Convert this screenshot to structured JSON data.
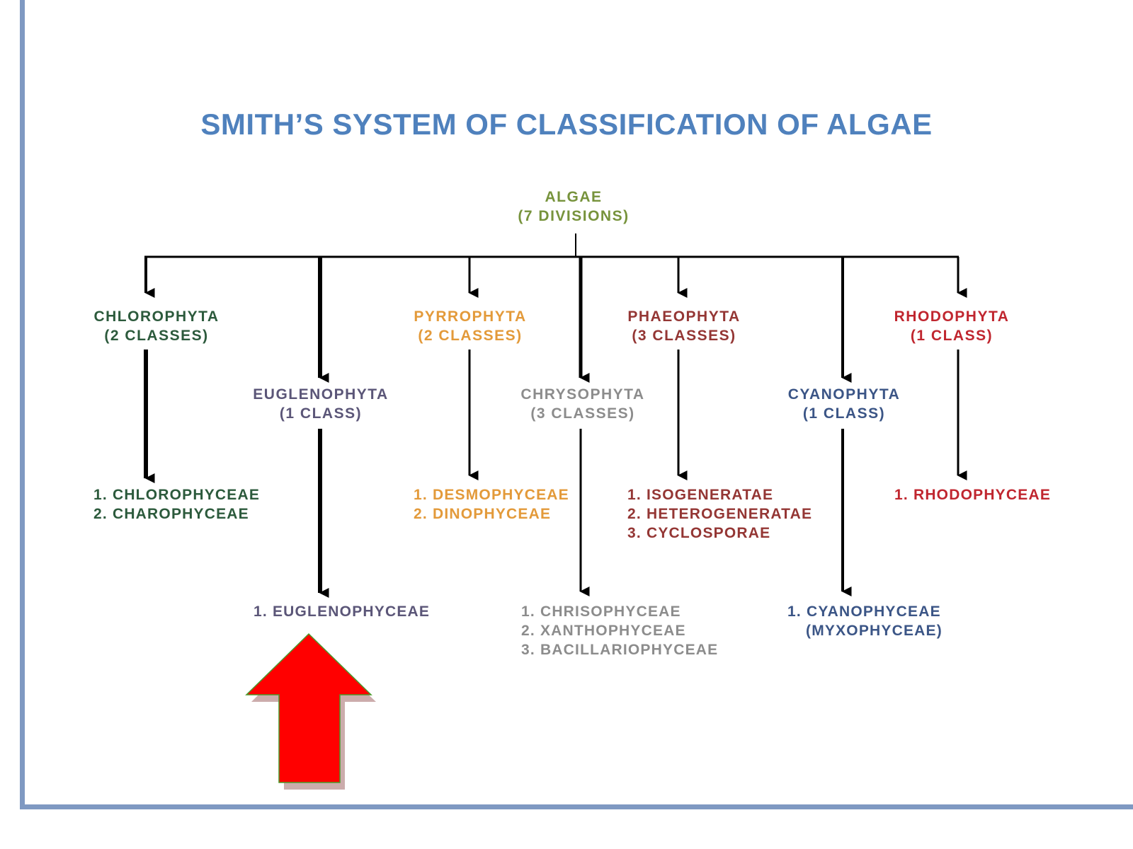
{
  "title": "SMITH’S SYSTEM OF CLASSIFICATION OF ALGAE",
  "root": {
    "name": "ALGAE",
    "sub": "(7 DIVISIONS)"
  },
  "divisions": [
    {
      "id": "chlorophyta",
      "name": "CHLOROPHYTA",
      "sub": "(2 CLASSES)",
      "color": "#2c5a3c",
      "classes": [
        "1. CHLOROPHYCEAE",
        "2. CHAROPHYCEAE"
      ]
    },
    {
      "id": "euglenophyta",
      "name": "EUGLENOPHYTA",
      "sub": "(1 CLASS)",
      "color": "#5b5678",
      "classes": [
        "1. EUGLENOPHYCEAE"
      ]
    },
    {
      "id": "pyrrophyta",
      "name": "PYRROPHYTA",
      "sub": "(2 CLASSES)",
      "color": "#e39a3a",
      "classes": [
        "1. DESMOPHYCEAE",
        "2. DINOPHYCEAE"
      ]
    },
    {
      "id": "chrysophyta",
      "name": "CHRYSOPHYTA",
      "sub": "(3 CLASSES)",
      "color": "#8c8c8c",
      "classes": [
        "1. CHRISOPHYCEAE",
        "2. XANTHOPHYCEAE",
        "3. BACILLARIOPHYCEAE"
      ]
    },
    {
      "id": "phaeophyta",
      "name": "PHAEOPHYTA",
      "sub": "(3 CLASSES)",
      "color": "#943634",
      "classes": [
        "1. ISOGENERATAE",
        "2. HETEROGENERATAE",
        "3. CYCLOSPORAE"
      ]
    },
    {
      "id": "cyanophyta",
      "name": "CYANOPHYTA",
      "sub": "(1 CLASS)",
      "color": "#3b5586",
      "classes": [
        "1. CYANOPHYCEAE",
        "(MYXOPHYCEAE)"
      ]
    },
    {
      "id": "rhodophyta",
      "name": "RHODOPHYTA",
      "sub": "(1 CLASS)",
      "color": "#c0262f",
      "classes": [
        "1. RHODOPHYCEAE"
      ]
    }
  ],
  "colors": {
    "title": "#4f81bd",
    "root": "#77933c",
    "frame": "#7f99c2",
    "pointer_arrow": "#ff0000",
    "connector": "#000000"
  },
  "icons": {
    "pointer": "red-up-arrow-icon"
  }
}
